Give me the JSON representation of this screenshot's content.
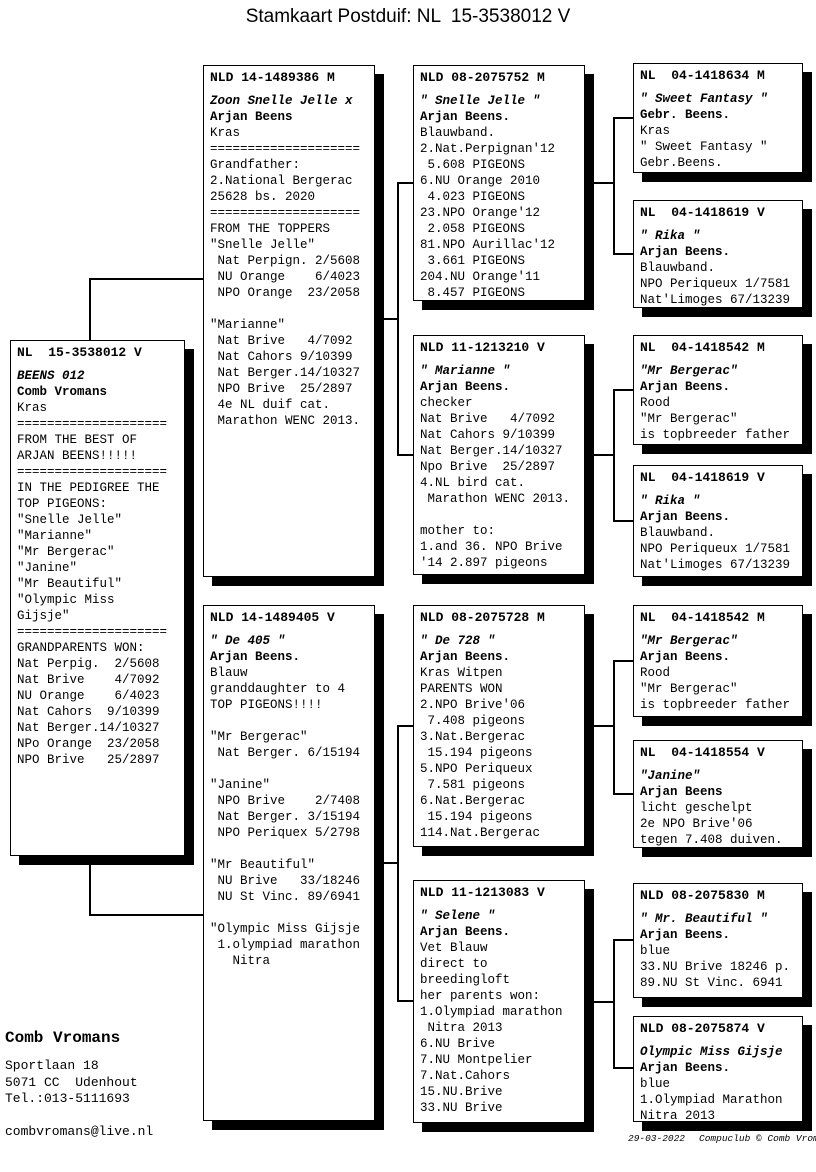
{
  "title": "Stamkaart Postduif: NL  15-3538012 V",
  "boxes": {
    "subject": {
      "ring": "NL  15-3538012 V",
      "lines": [
        "BEENS 012",
        "Comb Vromans",
        "Kras",
        "====================",
        "FROM THE BEST OF",
        "ARJAN BEENS!!!!!",
        "====================",
        "IN THE PEDIGREE THE",
        "TOP PIGEONS:",
        "\"Snelle Jelle\"",
        "\"Marianne\"",
        "\"Mr Bergerac\"",
        "\"Janine\"",
        "\"Mr Beautiful\"",
        "\"Olympic Miss",
        "Gijsje\"",
        "====================",
        "GRANDPARENTS WON:",
        "Nat Perpig.  2/5608",
        "Nat Brive    4/7092",
        "NU Orange    6/4023",
        "Nat Cahors  9/10399",
        "Nat Berger.14/10327",
        "NPo Orange  23/2058",
        "NPO Brive   25/2897"
      ]
    },
    "father": {
      "ring": "NLD 14-1489386 M",
      "lines": [
        "Zoon Snelle Jelle x",
        "Arjan Beens",
        "Kras",
        "====================",
        "Grandfather:",
        "2.National Bergerac",
        "25628 bs. 2020",
        "====================",
        "FROM THE TOPPERS",
        "\"Snelle Jelle\"",
        " Nat Perpign. 2/5608",
        " NU Orange    6/4023",
        " NPO Orange  23/2058",
        "",
        "\"Marianne\"",
        " Nat Brive   4/7092",
        " Nat Cahors 9/10399",
        " Nat Berger.14/10327",
        " NPO Brive  25/2897",
        " 4e NL duif cat.",
        " Marathon WENC 2013."
      ]
    },
    "mother": {
      "ring": "NLD 14-1489405 V",
      "lines": [
        "\" De 405 \"",
        "Arjan Beens.",
        "Blauw",
        "granddaughter to 4",
        "TOP PIGEONS!!!!",
        "",
        "\"Mr Bergerac\"",
        " Nat Berger. 6/15194",
        "",
        "\"Janine\"",
        " NPO Brive    2/7408",
        " Nat Berger. 3/15194",
        " NPO Periquex 5/2798",
        "",
        "\"Mr Beautiful\"",
        " NU Brive   33/18246",
        " NU St Vinc. 89/6941",
        "",
        "\"Olympic Miss Gijsje",
        " 1.olympiad marathon",
        "   Nitra"
      ]
    },
    "gp1": {
      "ring": "NLD 08-2075752 M",
      "lines": [
        "\" Snelle Jelle \"",
        "Arjan Beens.",
        "Blauwband.",
        "2.Nat.Perpignan'12",
        " 5.608 PIGEONS",
        "6.NU Orange 2010",
        " 4.023 PIGEONS",
        "23.NPO Orange'12",
        " 2.058 PIGEONS",
        "81.NPO Aurillac'12",
        " 3.661 PIGEONS",
        "204.NU Orange'11",
        " 8.457 PIGEONS"
      ]
    },
    "gp2": {
      "ring": "NLD 11-1213210 V",
      "lines": [
        "\" Marianne \"",
        "Arjan Beens.",
        "checker",
        "Nat Brive   4/7092",
        "Nat Cahors 9/10399",
        "Nat Berger.14/10327",
        "Npo Brive  25/2897",
        "4.NL bird cat.",
        " Marathon WENC 2013.",
        "",
        "mother to:",
        "1.and 36. NPO Brive",
        "'14 2.897 pigeons"
      ]
    },
    "gp3": {
      "ring": "NLD 08-2075728 M",
      "lines": [
        "\" De 728 \"",
        "Arjan Beens.",
        "Kras Witpen",
        "PARENTS WON",
        "2.NPO Brive'06",
        " 7.408 pigeons",
        "3.Nat.Bergerac",
        " 15.194 pigeons",
        "5.NPO Periqueux",
        " 7.581 pigeons",
        "6.Nat.Bergerac",
        " 15.194 pigeons",
        "114.Nat.Bergerac"
      ]
    },
    "gp4": {
      "ring": "NLD 11-1213083 V",
      "lines": [
        "\" Selene \"",
        "Arjan Beens.",
        "Vet Blauw",
        "direct to",
        "breedingloft",
        "her parents won:",
        "1.Olympiad marathon",
        " Nitra 2013",
        "6.NU Brive",
        "7.NU Montpelier",
        "7.Nat.Cahors",
        "15.NU.Brive",
        "33.NU Brive"
      ]
    },
    "ggp1": {
      "ring": "NL  04-1418634 M",
      "lines": [
        "\" Sweet Fantasy \"",
        "Gebr. Beens.",
        "Kras",
        "\" Sweet Fantasy \"",
        "Gebr.Beens."
      ]
    },
    "ggp2": {
      "ring": "NL  04-1418619 V",
      "lines": [
        "\" Rika \"",
        "Arjan Beens.",
        "Blauwband.",
        "NPO Periqueux 1/7581",
        "Nat'Limoges 67/13239"
      ]
    },
    "ggp3": {
      "ring": "NL  04-1418542 M",
      "lines": [
        "\"Mr Bergerac\"",
        "Arjan Beens.",
        "Rood",
        "\"Mr Bergerac\"",
        "is topbreeder father"
      ]
    },
    "ggp4": {
      "ring": "NL  04-1418619 V",
      "lines": [
        "\" Rika \"",
        "Arjan Beens.",
        "Blauwband.",
        "NPO Periqueux 1/7581",
        "Nat'Limoges 67/13239"
      ]
    },
    "ggp5": {
      "ring": "NL  04-1418542 M",
      "lines": [
        "\"Mr Bergerac\"",
        "Arjan Beens.",
        "Rood",
        "\"Mr Bergerac\"",
        "is topbreeder father"
      ]
    },
    "ggp6": {
      "ring": "NL  04-1418554 V",
      "lines": [
        "\"Janine\"",
        "Arjan Beens",
        "licht geschelpt",
        "2e NPO Brive'06",
        "tegen 7.408 duiven."
      ]
    },
    "ggp7": {
      "ring": "NLD 08-2075830 M",
      "lines": [
        "\" Mr. Beautiful \"",
        "Arjan Beens.",
        "blue",
        "33.NU Brive 18246 p.",
        "89.NU St Vinc. 6941"
      ]
    },
    "ggp8": {
      "ring": "NLD 08-2075874 V",
      "lines": [
        "Olympic Miss Gijsje",
        "Arjan Beens.",
        "blue",
        "1.Olympiad Marathon",
        "Nitra 2013"
      ]
    }
  },
  "owner": {
    "name": "Comb Vromans",
    "lines": [
      "Sportlaan 18",
      "5071 CC  Udenhout",
      "Tel.:013-5111693",
      "",
      "combvromans@live.nl"
    ]
  },
  "credit": {
    "date": "29-03-2022",
    "text": "Compuclub © Comb Vromans"
  }
}
